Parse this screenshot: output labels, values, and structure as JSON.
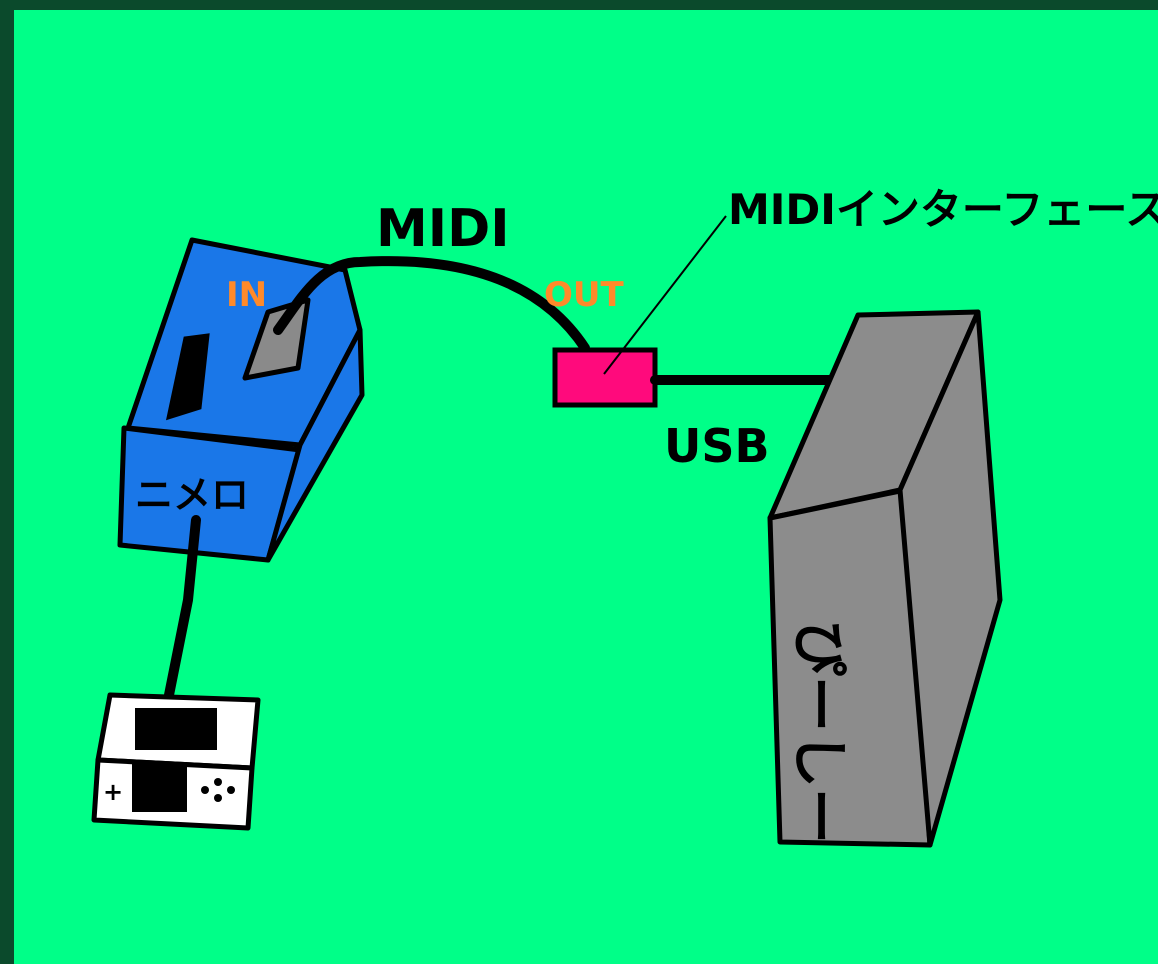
{
  "labels": {
    "cable": "MIDI",
    "in_port": "IN",
    "out_port": "OUT",
    "interface": "MIDIインターフェース",
    "usb": "USB",
    "box_device": "ニメロ",
    "tower_text": "ぴーしー"
  },
  "colors": {
    "background": "#00ff88",
    "frame": "#0b4a2c",
    "box_blue": "#1a77e8",
    "port_gray": "#8a8a8a",
    "tower_gray": "#8c8c8c",
    "interface_pink": "#ff0a7c",
    "port_label_orange": "#ff8a2a",
    "ink": "#000000",
    "handheld_white": "#ffffff"
  }
}
